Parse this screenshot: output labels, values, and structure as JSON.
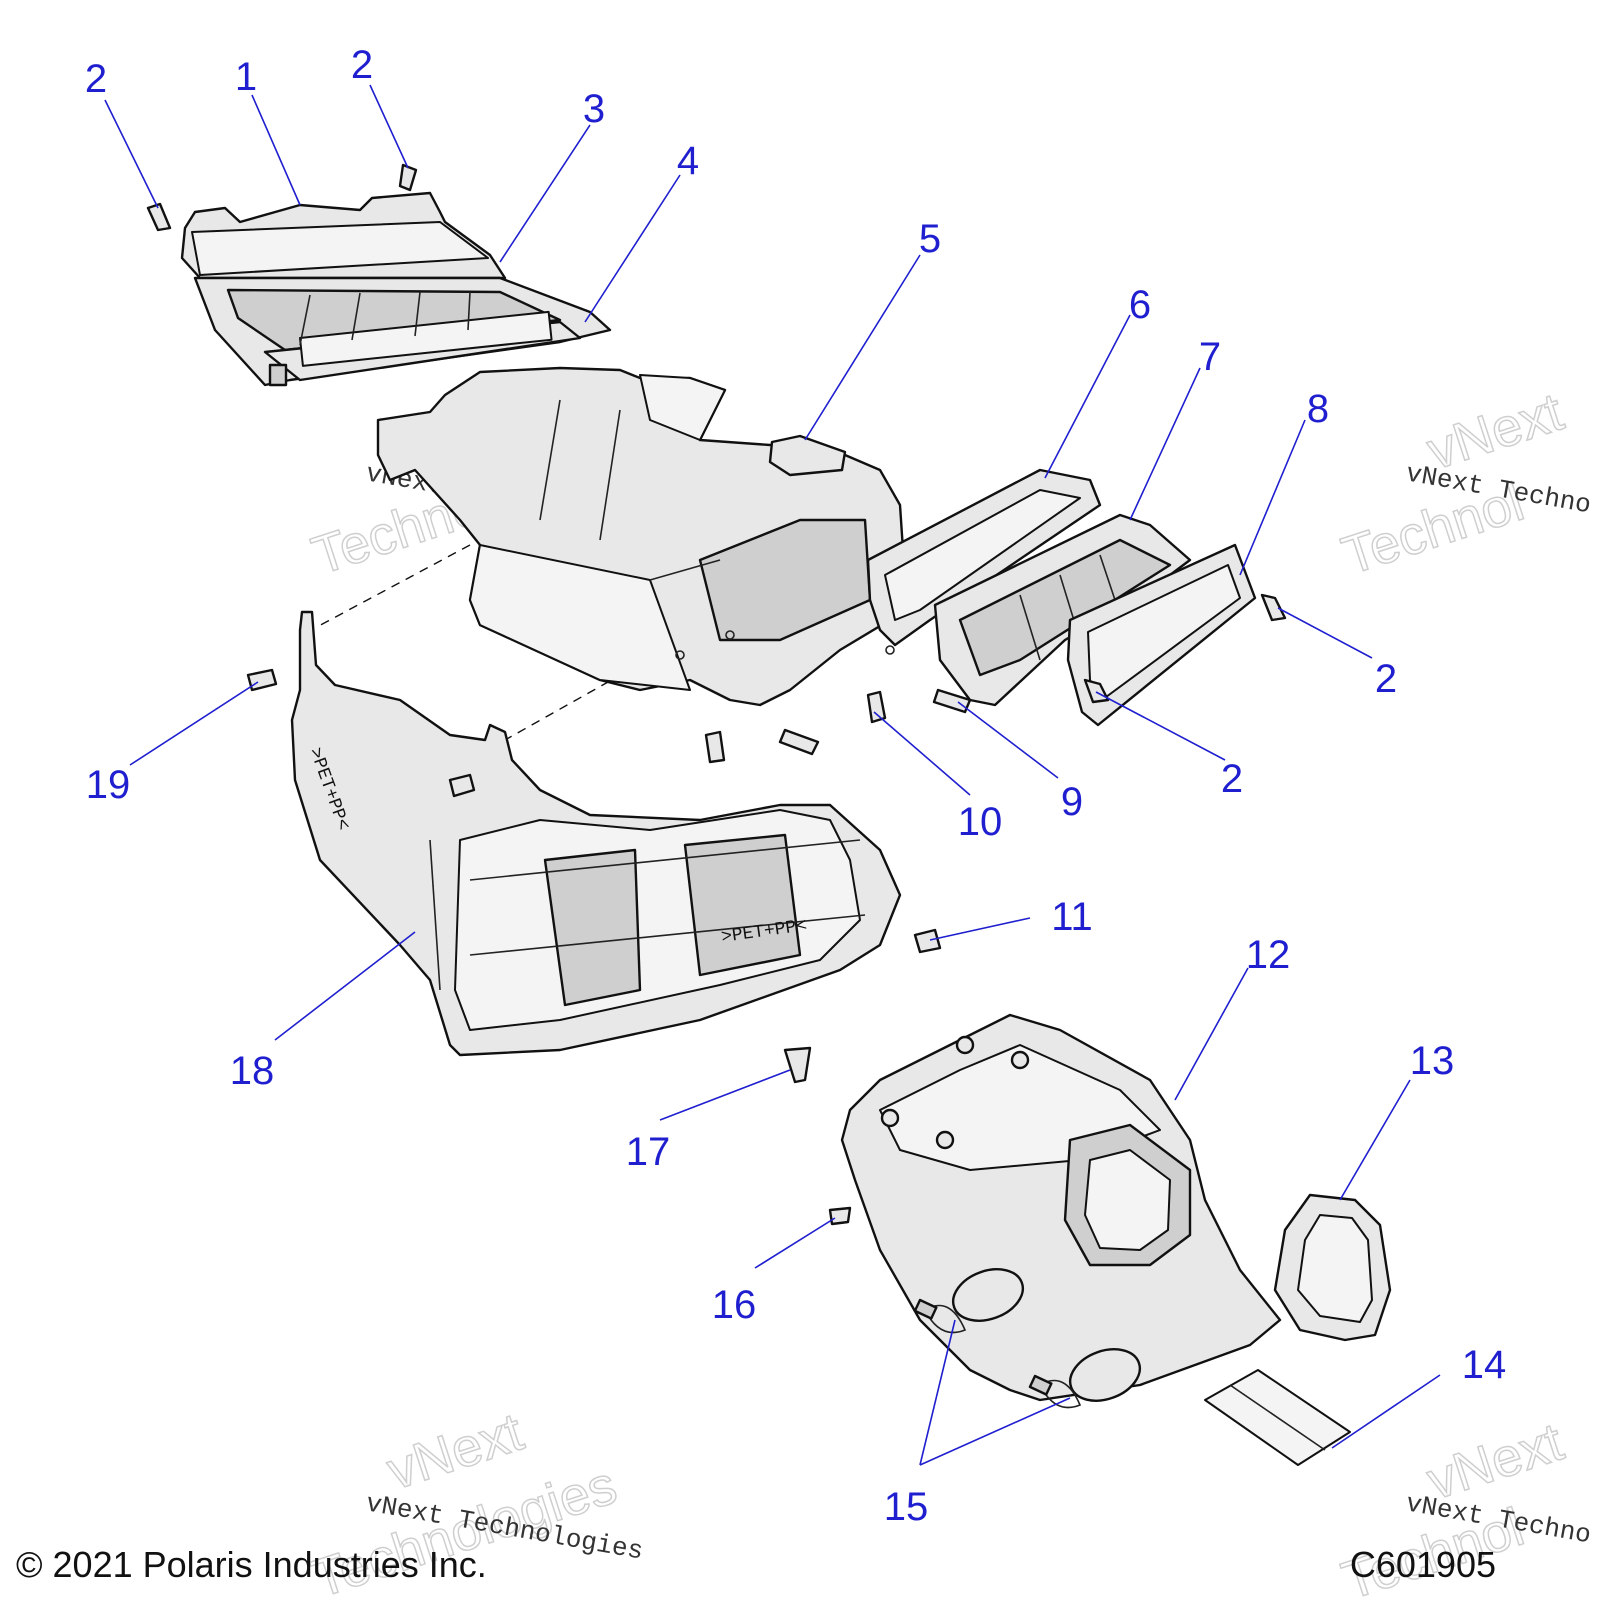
{
  "watermark": {
    "primary": "vNext Technologies",
    "outline_line1": "vNext",
    "outline_line2": "Technologies",
    "right_primary": "vNext Techno",
    "right_outline_line1": "vNext",
    "right_outline_line2": "Technol"
  },
  "callouts": {
    "c1": "1",
    "c2a": "2",
    "c2b": "2",
    "c3": "3",
    "c4": "4",
    "c5": "5",
    "c6": "6",
    "c7": "7",
    "c8": "8",
    "c2c": "2",
    "c2d": "2",
    "c9": "9",
    "c10": "10",
    "c11": "11",
    "c12": "12",
    "c13": "13",
    "c14": "14",
    "c15": "15",
    "c16": "16",
    "c17": "17",
    "c18": "18",
    "c19": "19"
  },
  "part_markings": {
    "housing_upper": ">PET+PP<",
    "housing_lower": ">PET+PP<"
  },
  "footer": {
    "copyright": "© 2021 Polaris Industries Inc.",
    "figure_id": "C601905"
  },
  "colors": {
    "callout": "#1f1fd0",
    "outline": "#111111",
    "part_fill": "#e8e8e8"
  }
}
